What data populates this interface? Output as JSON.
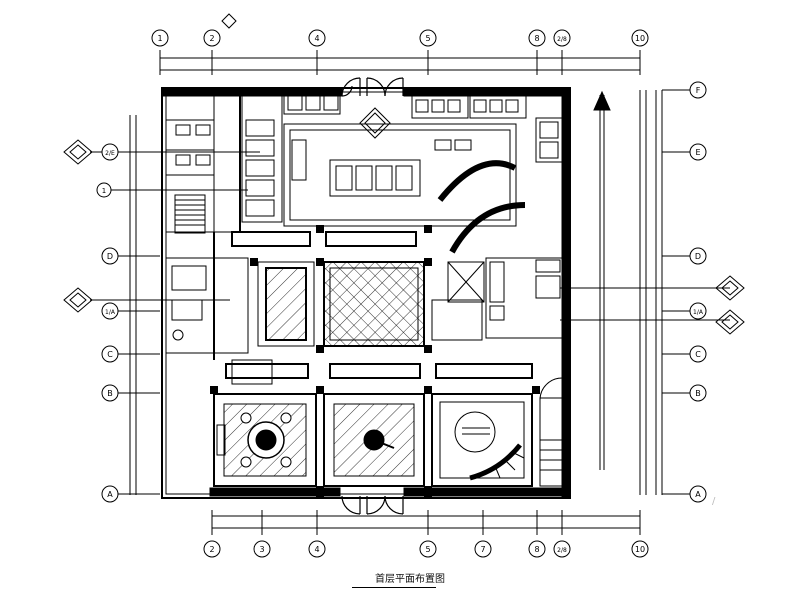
{
  "drawing": {
    "title": "首层平面布置图",
    "watermark": "/"
  },
  "top_axes": [
    "1",
    "2",
    "4",
    "5",
    "8",
    "2/8",
    "10"
  ],
  "bottom_axes": [
    "2",
    "3",
    "4",
    "5",
    "7",
    "8",
    "2/8",
    "10"
  ],
  "left_axes": [
    "2/E",
    "D",
    "1/A",
    "C",
    "B",
    "A"
  ],
  "right_axes": [
    "F",
    "E",
    "D",
    "1/A",
    "C",
    "B",
    "A"
  ],
  "callout_marker": "1",
  "colors": {
    "line": "#000000",
    "background": "#ffffff"
  }
}
